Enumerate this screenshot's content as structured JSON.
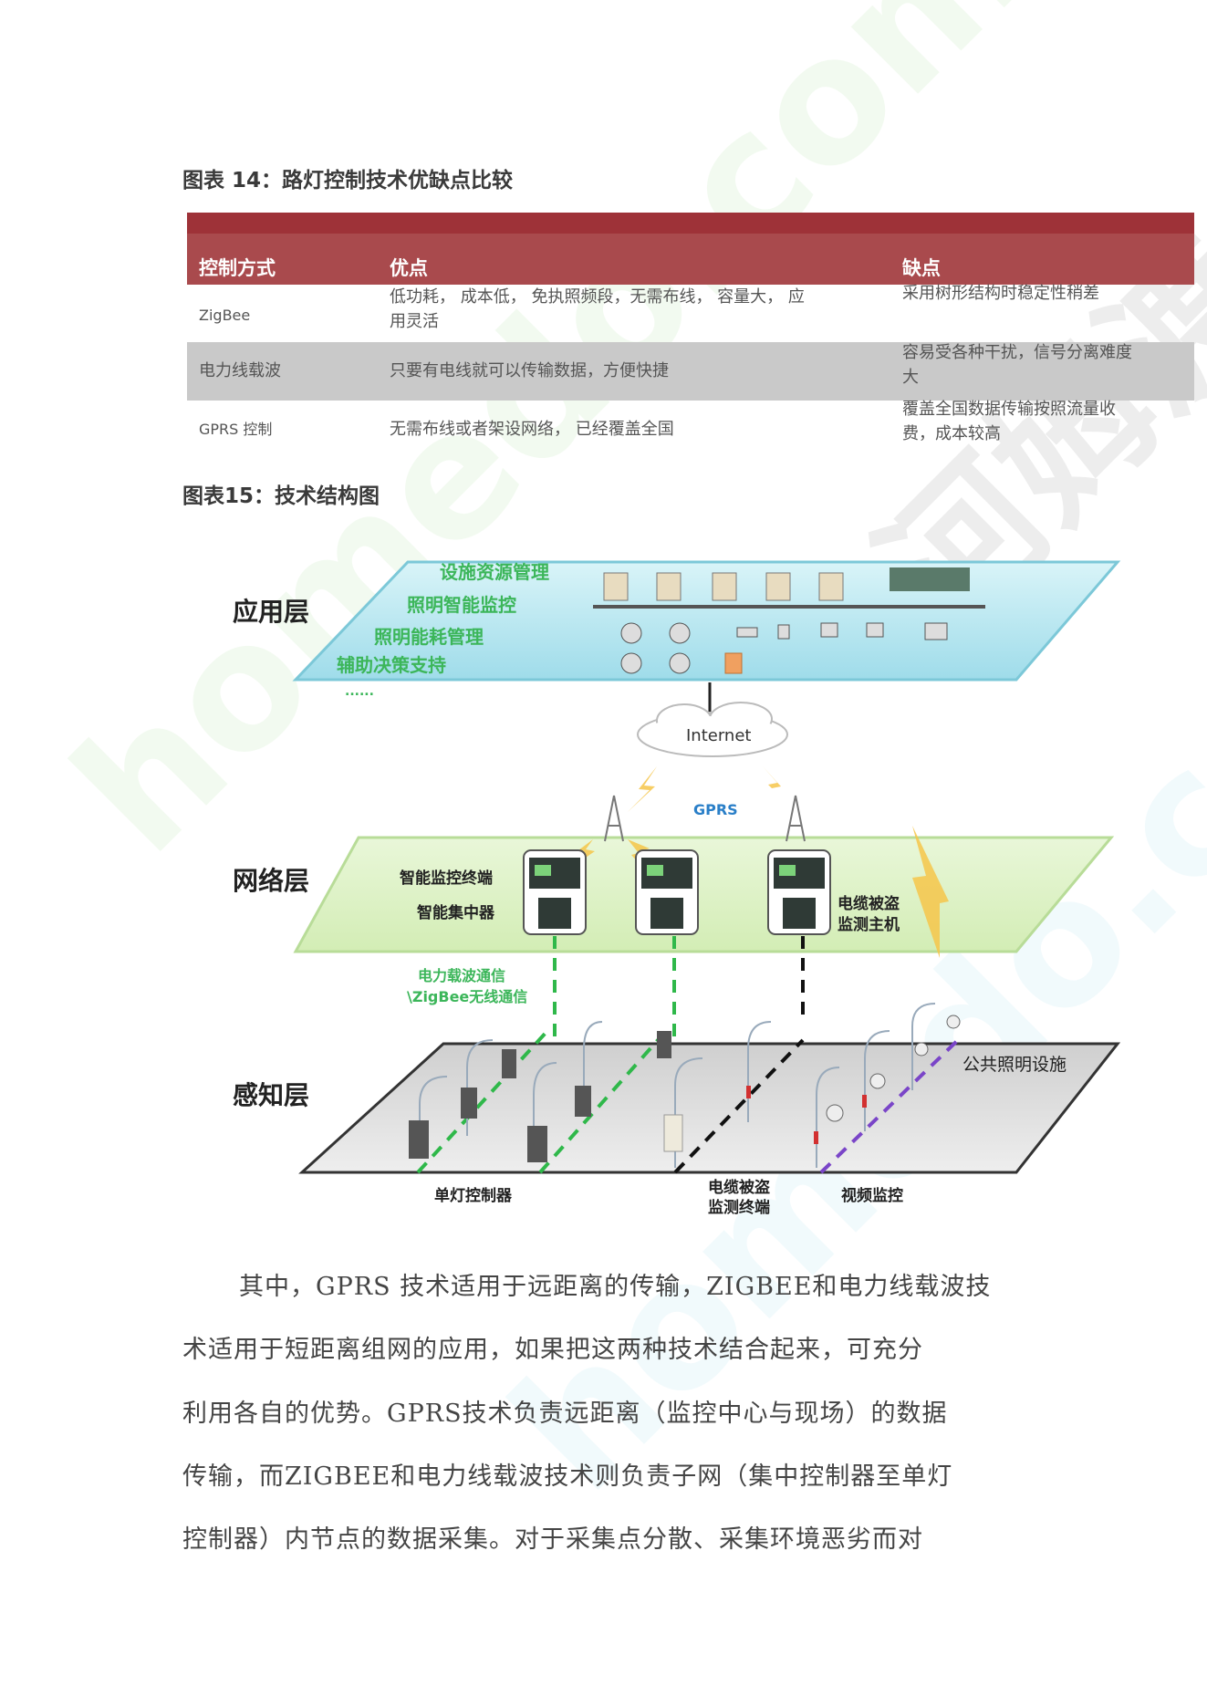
{
  "watermark": {
    "site": "homedo.com",
    "brand": "河姆渡"
  },
  "figure14": {
    "caption": "图表 14：路灯控制技术优缺点比较",
    "headers": [
      "控制方式",
      "优点",
      "缺点"
    ],
    "rows": [
      {
        "method": "ZigBee",
        "pros_line1": "低功耗， 成本低， 免执照频段，无需布线， 容量大， 应",
        "pros_line2": "用灵活",
        "cons_line1": "采用树形结构时稳定性稍差",
        "cons_line2": ""
      },
      {
        "method": "电力线载波",
        "pros_line1": "只要有电线就可以传输数据，方便快捷",
        "pros_line2": "",
        "cons_line1": "容易受各种干扰，信号分离难度",
        "cons_line2": "大"
      },
      {
        "method": "GPRS 控制",
        "pros_line1": "无需布线或者架设网络， 已经覆盖全国",
        "pros_line2": "",
        "cons_line1": "覆盖全国数据传输按照流量收",
        "cons_line2": "费，成本较高"
      }
    ]
  },
  "figure15": {
    "caption": "图表15：技术结构图",
    "layers": {
      "application": "应用层",
      "network": "网络层",
      "sensing": "感知层"
    },
    "app_functions": [
      "设施资源管理",
      "照明智能监控",
      "照明能耗管理",
      "辅助决策支持"
    ],
    "app_more": "......",
    "internet": "Internet",
    "gprs": "GPRS",
    "network_labels": {
      "terminal": "智能监控终端",
      "concentrator": "智能集中器",
      "cable_host_1": "电缆被盗",
      "cable_host_2": "监测主机"
    },
    "comm_labels": [
      "电力载波通信",
      "\\ZigBee无线通信"
    ],
    "public_lighting": "公共照明设施",
    "sensing_labels": {
      "single_lamp": "单灯控制器",
      "cable_terminal_1": "电缆被盗",
      "cable_terminal_2": "监测终端",
      "video": "视频监控"
    },
    "colors": {
      "app_plane": "#bfe9f2",
      "network_plane": "#dff2c8",
      "sensing_plane": "#d8d8d8",
      "green_text": "#3cb65a",
      "gprs_text": "#2a7fc8"
    }
  },
  "body_text": [
    "其中，GPRS 技术适用于远距离的传输，ZIGBEE和电力线载波技",
    "术适用于短距离组网的应用，如果把这两种技术结合起来，可充分",
    "利用各自的优势。GPRS技术负责远距离（监控中心与现场）的数据",
    "传输，而ZIGBEE和电力线载波技术则负责子网（集中控制器至单灯",
    "控制器）内节点的数据采集。对于采集点分散、采集环境恶劣而对"
  ]
}
